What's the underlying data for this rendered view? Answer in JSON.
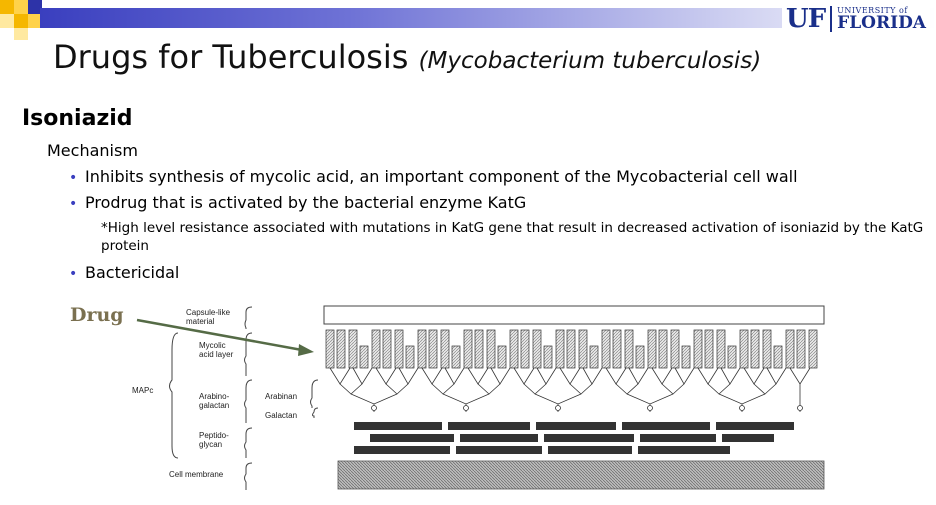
{
  "header": {
    "logo_uf": "UF",
    "logo_small": "UNIVERSITY of",
    "logo_big": "FLORIDA"
  },
  "title": {
    "main": "Drugs for Tuberculosis",
    "sub": "(Mycobacterium tuberculosis)"
  },
  "section": {
    "heading": "Isoniazid",
    "subheading": "Mechanism",
    "bullets": [
      "Inhibits synthesis of mycolic acid, an important component of the Mycobacterial cell wall",
      "Prodrug that is activated by the bacterial enzyme KatG",
      "Bactericidal"
    ],
    "note": "*High level resistance associated with mutations in KatG gene that result in decreased activation of isoniazid by the KatG protein"
  },
  "figure": {
    "drug_label": "Drug",
    "labels": {
      "capsule": "Capsule-like material",
      "mycolic": "Mycolic acid layer",
      "mapc": "MAPc",
      "arabinogalactan": "Arabino-galactan",
      "arabinan": "Arabinan",
      "galactan": "Galactan",
      "peptidoglycan": "Peptido-glycan",
      "cell_membrane": "Cell membrane"
    }
  },
  "colors": {
    "accent_bar": "#3a3fbf",
    "logo": "#1a2f8a",
    "arrow": "#556b46",
    "drug_label": "#7a7050"
  }
}
